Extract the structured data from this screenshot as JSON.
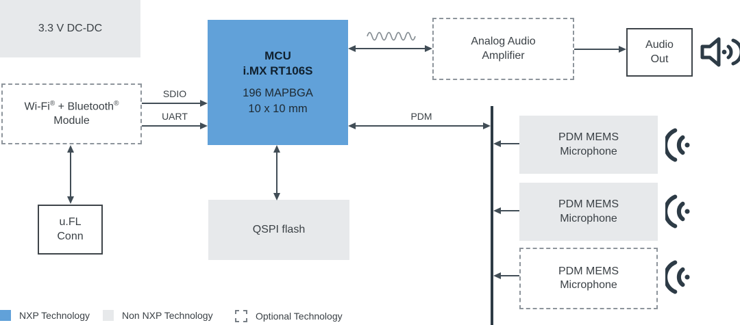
{
  "blocks": {
    "dcdc": {
      "label": "3.3 V DC-DC"
    },
    "wifi": {
      "brand1": "Wi-Fi",
      "reg": "®",
      "joiner": " + ",
      "brand2": "Bluetooth",
      "line2": "Module"
    },
    "ufl": {
      "line1": "u.FL",
      "line2": "Conn"
    },
    "mcu": {
      "title1": "MCU",
      "title2": "i.MX RT106S",
      "sub1": "196 MAPBGA",
      "sub2": "10 x 10 mm"
    },
    "qspi": {
      "label": "QSPI flash"
    },
    "amp": {
      "line1": "Analog Audio",
      "line2": "Amplifier"
    },
    "audio_out": {
      "line1": "Audio",
      "line2": "Out"
    },
    "mic1": {
      "line1": "PDM MEMS",
      "line2": "Microphone"
    },
    "mic2": {
      "line1": "PDM MEMS",
      "line2": "Microphone"
    },
    "mic3": {
      "line1": "PDM MEMS",
      "line2": "Microphone"
    }
  },
  "connections": {
    "sdio": "SDIO",
    "uart": "UART",
    "pdm": "PDM"
  },
  "legend": {
    "nxp": "NXP Technology",
    "non_nxp": "Non NXP Technology",
    "optional": "Optional Technology"
  },
  "colors": {
    "nxp_blue": "#61A1D9",
    "non_nxp_gray": "#E7E9EB",
    "line": "#414D56",
    "icon_dark": "#2D3B46",
    "text": "#3A4045"
  }
}
